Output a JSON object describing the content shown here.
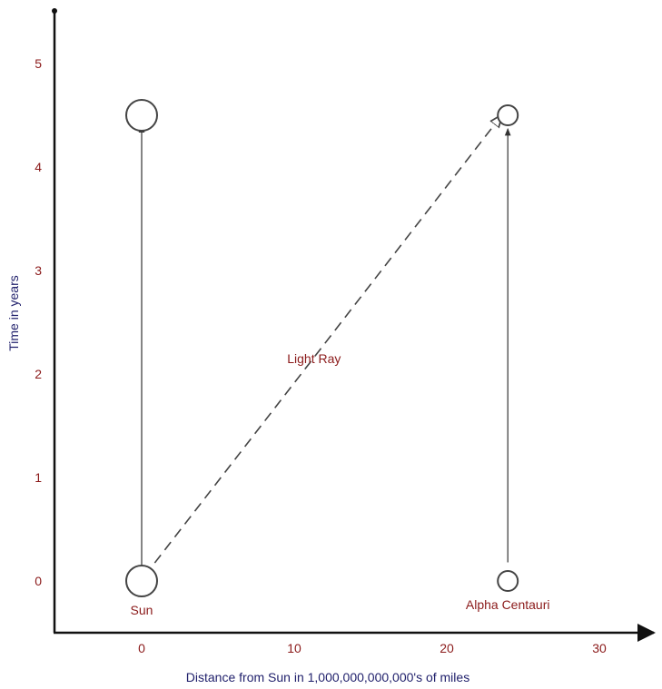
{
  "chart_data": {
    "type": "line",
    "title": "",
    "xlabel": "Distance from Sun in 1,000,000,000,000's of miles",
    "ylabel": "Time in years",
    "xlim": [
      -6,
      33.5
    ],
    "ylim": [
      -0.5,
      5.5
    ],
    "x_ticks": [
      0,
      10,
      20,
      30
    ],
    "y_ticks": [
      0,
      1,
      2,
      3,
      4,
      5
    ],
    "x_tick_labels": [
      "0",
      "10",
      "20",
      "30"
    ],
    "y_tick_labels": [
      "0",
      "1",
      "2",
      "3",
      "4",
      "5"
    ],
    "grid": false,
    "colors": {
      "axis": "#111111",
      "tick_label": "#8b1a1a",
      "axis_title": "#1f1f6b",
      "annotation": "#8b1a1a",
      "worldline": "#333333",
      "light_ray": "#444444",
      "body": "#444444"
    },
    "series": [
      {
        "style": "solid-arrow",
        "x": [
          0,
          0
        ],
        "y": [
          0,
          4.4
        ]
      },
      {
        "style": "dashed-arrow",
        "x": [
          0.2,
          23.6
        ],
        "y": [
          0.05,
          4.5
        ]
      },
      {
        "style": "solid-arrow",
        "x": [
          24,
          24
        ],
        "y": [
          0.18,
          4.37
        ]
      }
    ],
    "markers": [
      {
        "x": 0,
        "y": 0,
        "size": "large"
      },
      {
        "x": 0,
        "y": 4.5,
        "size": "large"
      },
      {
        "x": 24,
        "y": 0,
        "size": "small"
      },
      {
        "x": 24,
        "y": 4.5,
        "size": "small"
      }
    ],
    "annotations": [
      {
        "text": "Sun",
        "x": 0,
        "y": -0.28
      },
      {
        "text": "Alpha Centauri",
        "x": 24,
        "y": -0.23
      },
      {
        "text": "Light Ray",
        "x": 11.3,
        "y": 2.15
      }
    ]
  }
}
